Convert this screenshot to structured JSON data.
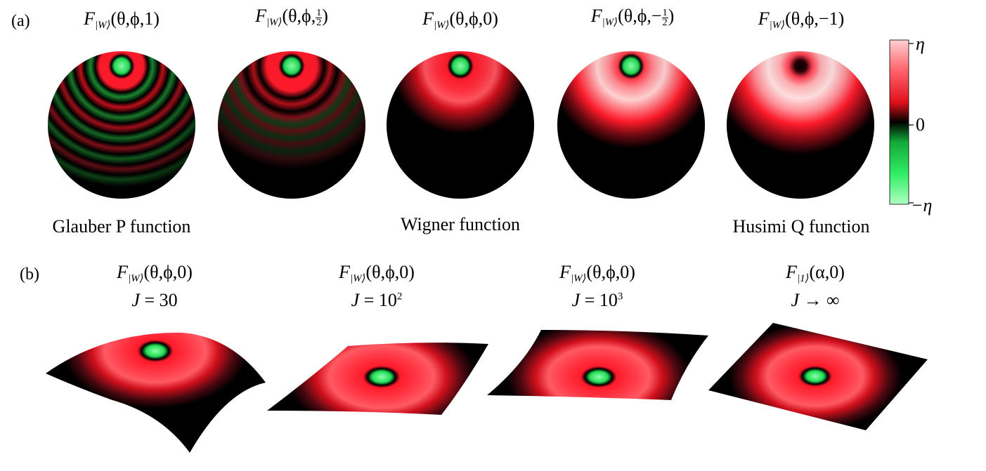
{
  "panel_a": {
    "label": "(a)",
    "titles": [
      {
        "prefix": "F",
        "sub": "|W⟩",
        "args_before": "(θ,ϕ,",
        "value": "1",
        "args_after": ")"
      },
      {
        "prefix": "F",
        "sub": "|W⟩",
        "args_before": "(θ,ϕ,",
        "frac_num": "1",
        "frac_den": "2",
        "args_after": ")"
      },
      {
        "prefix": "F",
        "sub": "|W⟩",
        "args_before": "(θ,ϕ,",
        "value": "0",
        "args_after": ")"
      },
      {
        "prefix": "F",
        "sub": "|W⟩",
        "args_before": "(θ,ϕ,−",
        "frac_num": "1",
        "frac_den": "2",
        "args_after": ")"
      },
      {
        "prefix": "F",
        "sub": "|W⟩",
        "args_before": "(θ,ϕ,",
        "value": "−1",
        "args_after": ")"
      }
    ],
    "captions": [
      "Glauber P function",
      "Wigner function",
      "Husimi Q function"
    ],
    "colorbar": {
      "top": "η",
      "middle": "0",
      "bottom": "−η"
    }
  },
  "panel_b": {
    "label": "(b)",
    "titles": [
      {
        "prefix": "F",
        "sub": "|W⟩",
        "args": "(θ,ϕ,0)",
        "j_text": "J",
        "j_rel": " = 30"
      },
      {
        "prefix": "F",
        "sub": "|W⟩",
        "args": "(θ,ϕ,0)",
        "j_text": "J",
        "j_rel": " = 10",
        "j_sup": "2"
      },
      {
        "prefix": "F",
        "sub": "|W⟩",
        "args": "(θ,ϕ,0)",
        "j_text": "J",
        "j_rel": " = 10",
        "j_sup": "3"
      },
      {
        "prefix": "F",
        "sub": "|1⟩",
        "args": "(α,0)",
        "j_text": "J",
        "j_rel": " → ∞"
      }
    ]
  },
  "colors": {
    "positive": "#ff2a3a",
    "positive_high": "#ffb3b3",
    "zero": "#000000",
    "negative": "#22dd55",
    "negative_high": "#8dffaa"
  }
}
